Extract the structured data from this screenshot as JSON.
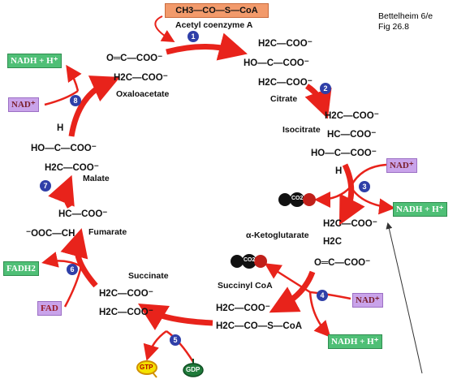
{
  "reference": {
    "line1": "Bettelheim 6/e",
    "line2": "Fig 26.8"
  },
  "acetyl_coa": {
    "formula": "CH3—CO—S—CoA",
    "label": "Acetyl coenzyme A"
  },
  "compounds": {
    "oxaloacetate": {
      "line1": "O═C—COO⁻",
      "line2": "H2C—COO⁻",
      "name": "Oxaloacetate"
    },
    "citrate": {
      "line1": "H2C—COO⁻",
      "line2": "HO—C—COO⁻",
      "line3": "H2C—COO⁻",
      "name": "Citrate"
    },
    "isocitrate": {
      "name": "Isocitrate",
      "line1": "H2C—COO⁻",
      "line2": "HC—COO⁻",
      "line3": "HO—C—COO⁻",
      "line4": "H"
    },
    "alpha_ketoglutarate": {
      "name": "α-Ketoglutarate",
      "line1": "H2C—COO⁻",
      "line2": "H2C",
      "line3": "O═C—COO⁻"
    },
    "succinyl_coa": {
      "name": "Succinyl CoA",
      "line1": "H2C—COO⁻",
      "line2": "H2C—CO—S—CoA"
    },
    "succinate": {
      "name": "Succinate",
      "line1": "H2C—COO⁻",
      "line2": "H2C—COO⁻"
    },
    "fumarate": {
      "name": "Fumarate",
      "line1": "HC—COO⁻",
      "line2": "⁻OOC—CH"
    },
    "malate": {
      "line1": "H",
      "line2": "HO—C—COO⁻",
      "line3": "H2C—COO⁻",
      "name": "Malate"
    }
  },
  "cofactors": {
    "nadh": "NADH + H⁺",
    "nad": "NAD⁺",
    "fad": "FAD",
    "fadh2": "FADH2",
    "co2": "CO2",
    "gtp": "GTP",
    "gdp": "GDP"
  },
  "steps": [
    "1",
    "2",
    "3",
    "4",
    "5",
    "6",
    "7",
    "8"
  ],
  "colors": {
    "arrow": "#e8231b",
    "step_badge": "#2f3fa8",
    "nadh_box": "#4fbf76",
    "nad_box": "#c9a3ea",
    "acetyl_box": "#f29a6b"
  }
}
